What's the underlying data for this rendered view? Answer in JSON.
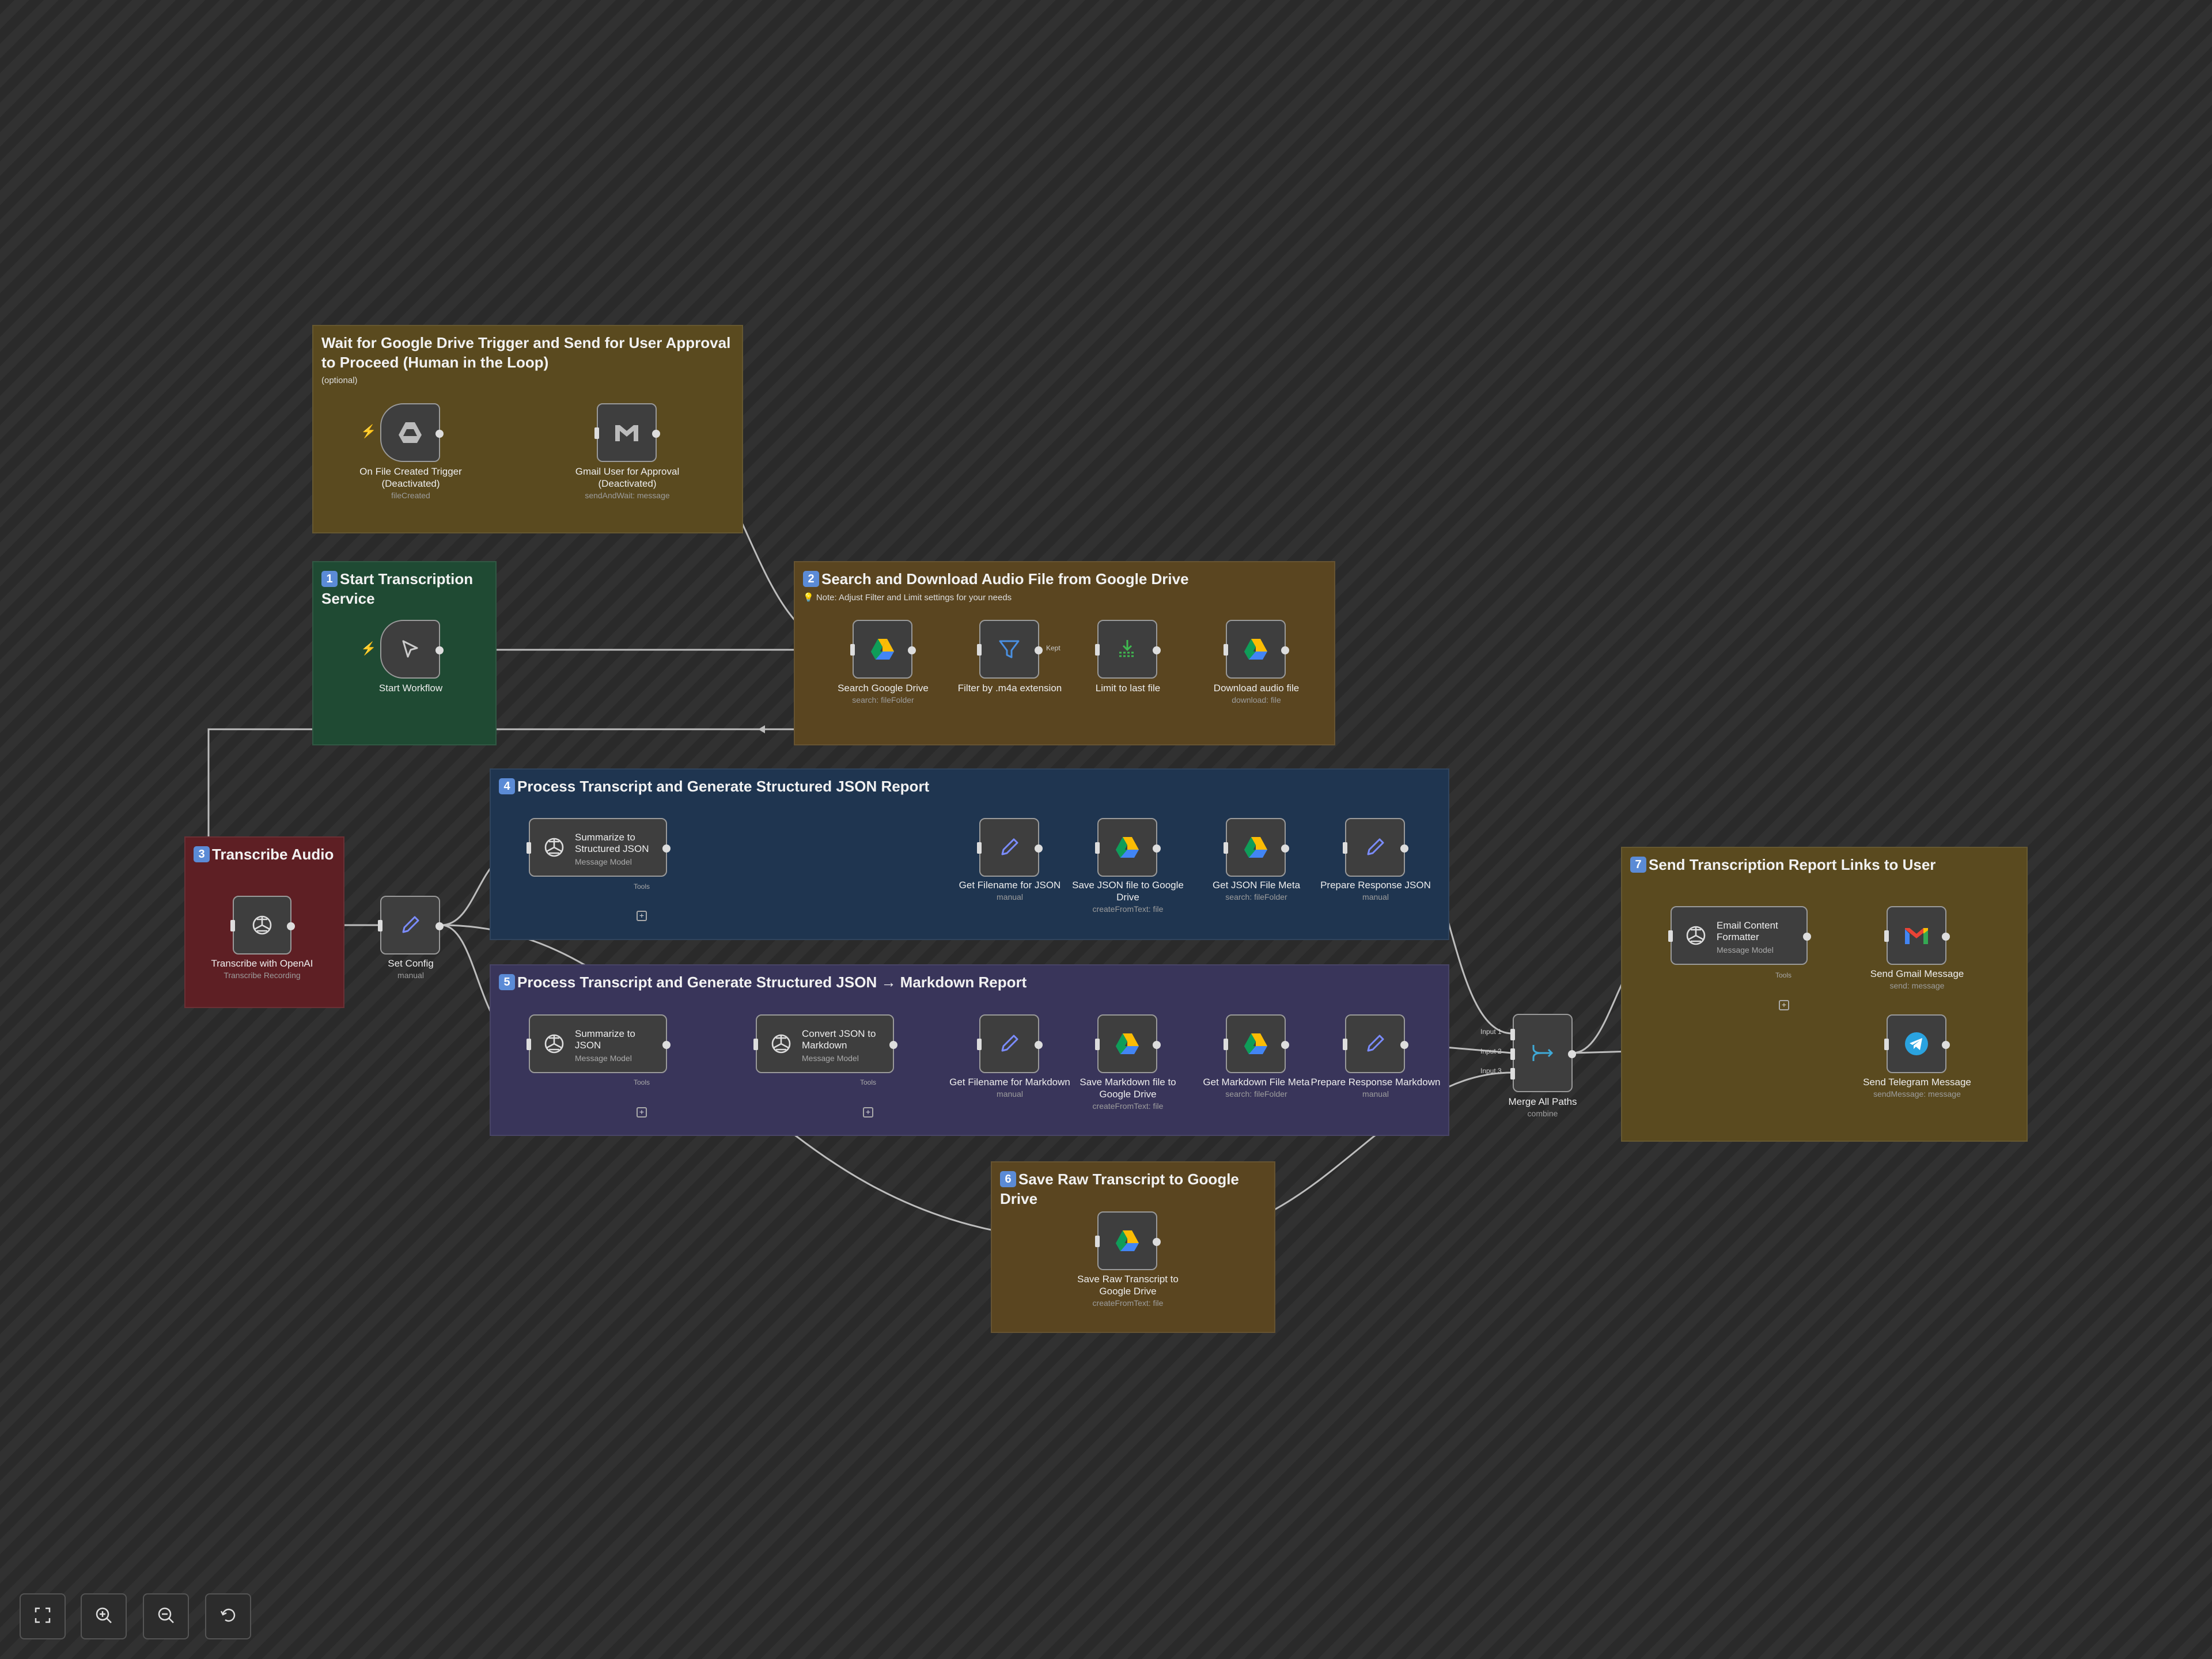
{
  "canvas": {
    "stickies": {
      "s0": {
        "title": "Wait for Google Drive Trigger and Send for User Approval to Proceed (Human in the Loop)",
        "subtitle": "(optional)",
        "color": "#5a4a1f"
      },
      "s1": {
        "badge": "1",
        "title": "Start Transcription Service",
        "color": "#1f4a33"
      },
      "s2": {
        "badge": "2",
        "title": "Search and Download Audio File from Google Drive",
        "note": "💡 Note: Adjust Filter and Limit settings for your needs",
        "color": "#5a4520"
      },
      "s3": {
        "badge": "3",
        "title": "Transcribe Audio",
        "color": "#5e1f24"
      },
      "s4": {
        "badge": "4",
        "title": "Process Transcript and Generate Structured JSON Report",
        "color": "#1f3550"
      },
      "s5": {
        "badge": "5",
        "title": "Process Transcript and Generate Structured JSON → Markdown Report",
        "color": "#39355a"
      },
      "s6": {
        "badge": "6",
        "title": "Save Raw Transcript to Google Drive",
        "color": "#5a4520"
      },
      "s7": {
        "badge": "7",
        "title": "Send Transcription Report Links to User",
        "color": "#5a4a1f"
      }
    },
    "nodes": {
      "on_file_created": {
        "name": "On File Created Trigger (Deactivated)",
        "sub": "fileCreated"
      },
      "gmail_approval": {
        "name": "Gmail User for Approval (Deactivated)",
        "sub": "sendAndWait: message"
      },
      "start_workflow": {
        "name": "Start Workflow",
        "sub": ""
      },
      "search_drive": {
        "name": "Search Google Drive",
        "sub": "search: fileFolder"
      },
      "filter_m4a": {
        "name": "Filter by .m4a extension",
        "sub": "",
        "edge_label": "Kept"
      },
      "limit_last": {
        "name": "Limit to last file",
        "sub": ""
      },
      "download_audio": {
        "name": "Download audio file",
        "sub": "download: file"
      },
      "transcribe_openai": {
        "name": "Transcribe with OpenAI",
        "sub": "Transcribe Recording"
      },
      "set_config": {
        "name": "Set Config",
        "sub": "manual"
      },
      "summarize_json_4": {
        "name": "Summarize to Structured JSON",
        "sub": "Message Model",
        "tools_label": "Tools"
      },
      "get_filename_json": {
        "name": "Get Filename for JSON",
        "sub": "manual"
      },
      "save_json_drive": {
        "name": "Save JSON file to Google Drive",
        "sub": "createFromText: file"
      },
      "get_json_meta": {
        "name": "Get JSON File Meta",
        "sub": "search: fileFolder"
      },
      "prepare_response_json": {
        "name": "Prepare Response JSON",
        "sub": "manual"
      },
      "summarize_json_5": {
        "name": "Summarize to JSON",
        "sub": "Message Model",
        "tools_label": "Tools"
      },
      "convert_json_md": {
        "name": "Convert JSON to Markdown",
        "sub": "Message Model",
        "tools_label": "Tools"
      },
      "get_filename_md": {
        "name": "Get Filename for Markdown",
        "sub": "manual"
      },
      "save_md_drive": {
        "name": "Save Markdown file to Google Drive",
        "sub": "createFromText: file"
      },
      "get_md_meta": {
        "name": "Get Markdown File Meta",
        "sub": "search: fileFolder"
      },
      "prepare_response_md": {
        "name": "Prepare Response Markdown",
        "sub": "manual"
      },
      "save_raw_transcript": {
        "name": "Save Raw Transcript to Google Drive",
        "sub": "createFromText: file"
      },
      "merge_all": {
        "name": "Merge All Paths",
        "sub": "combine",
        "inputs": [
          "Input 1",
          "Input 2",
          "Input 3"
        ]
      },
      "email_formatter": {
        "name": "Email Content Formatter",
        "sub": "Message Model",
        "tools_label": "Tools"
      },
      "send_gmail": {
        "name": "Send Gmail Message",
        "sub": "send: message"
      },
      "send_telegram": {
        "name": "Send Telegram Message",
        "sub": "sendMessage: message"
      }
    }
  },
  "controls": {
    "fit_icon": "fit-view-icon",
    "zoom_in_icon": "zoom-in-icon",
    "zoom_out_icon": "zoom-out-icon",
    "reset_icon": "reset-zoom-icon"
  },
  "colors": {
    "accent_trigger": "#ff6d5a",
    "port": "#dddddd",
    "edge": "#bdbdbd"
  }
}
